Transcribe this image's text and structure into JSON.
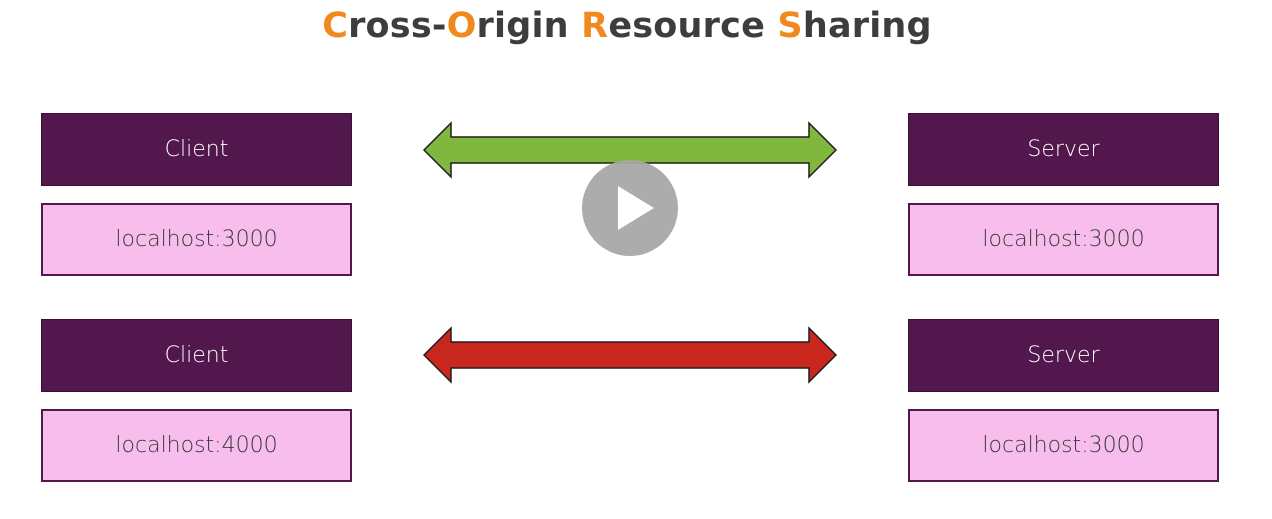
{
  "title": {
    "parts": [
      {
        "text": "C",
        "accent": true
      },
      {
        "text": "ross-",
        "accent": false
      },
      {
        "text": "O",
        "accent": true
      },
      {
        "text": "rigin ",
        "accent": false
      },
      {
        "text": "R",
        "accent": true
      },
      {
        "text": "esource ",
        "accent": false
      },
      {
        "text": "S",
        "accent": true
      },
      {
        "text": "haring",
        "accent": false
      }
    ]
  },
  "rows": [
    {
      "client": {
        "label": "Client",
        "host": "localhost:3000"
      },
      "server": {
        "label": "Server",
        "host": "localhost:3000"
      },
      "arrow_color": "#80b83f"
    },
    {
      "client": {
        "label": "Client",
        "host": "localhost:4000"
      },
      "server": {
        "label": "Server",
        "host": "localhost:3000"
      },
      "arrow_color": "#c9271d"
    }
  ],
  "colors": {
    "title_text": "#3d3d3d",
    "title_accent": "#f08a1f",
    "label_box": "#52184d",
    "host_box": "#f7bdec",
    "play_button": "#a8a8a8"
  },
  "play_button": {
    "icon": "play-icon"
  }
}
